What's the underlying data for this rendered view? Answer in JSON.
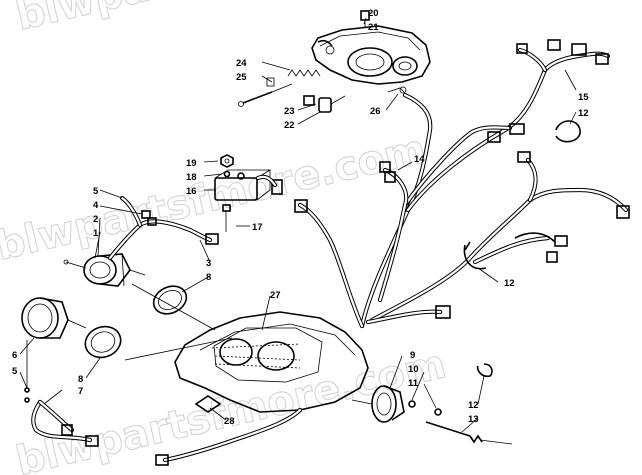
{
  "diagram": {
    "watermark_text": "blwpartsfmore.com",
    "callouts": [
      {
        "id": "c20",
        "text": "20"
      },
      {
        "id": "c21",
        "text": "21"
      },
      {
        "id": "c24",
        "text": "24"
      },
      {
        "id": "c25",
        "text": "25"
      },
      {
        "id": "c23",
        "text": "23"
      },
      {
        "id": "c22",
        "text": "22"
      },
      {
        "id": "c26",
        "text": "26"
      },
      {
        "id": "c15",
        "text": "15"
      },
      {
        "id": "c12a",
        "text": "12"
      },
      {
        "id": "c14",
        "text": "14"
      },
      {
        "id": "c19",
        "text": "19"
      },
      {
        "id": "c18",
        "text": "18"
      },
      {
        "id": "c16",
        "text": "16"
      },
      {
        "id": "c17",
        "text": "17"
      },
      {
        "id": "c5a",
        "text": "5"
      },
      {
        "id": "c4",
        "text": "4"
      },
      {
        "id": "c2",
        "text": "2"
      },
      {
        "id": "c1",
        "text": "1"
      },
      {
        "id": "c3",
        "text": "3"
      },
      {
        "id": "c8a",
        "text": "8"
      },
      {
        "id": "c12b",
        "text": "12"
      },
      {
        "id": "c27",
        "text": "27"
      },
      {
        "id": "c6",
        "text": "6"
      },
      {
        "id": "c5b",
        "text": "5"
      },
      {
        "id": "c8b",
        "text": "8"
      },
      {
        "id": "c7",
        "text": "7"
      },
      {
        "id": "c9",
        "text": "9"
      },
      {
        "id": "c10",
        "text": "10"
      },
      {
        "id": "c11",
        "text": "11"
      },
      {
        "id": "c12c",
        "text": "12"
      },
      {
        "id": "c13",
        "text": "13"
      },
      {
        "id": "c28",
        "text": "28"
      }
    ]
  }
}
